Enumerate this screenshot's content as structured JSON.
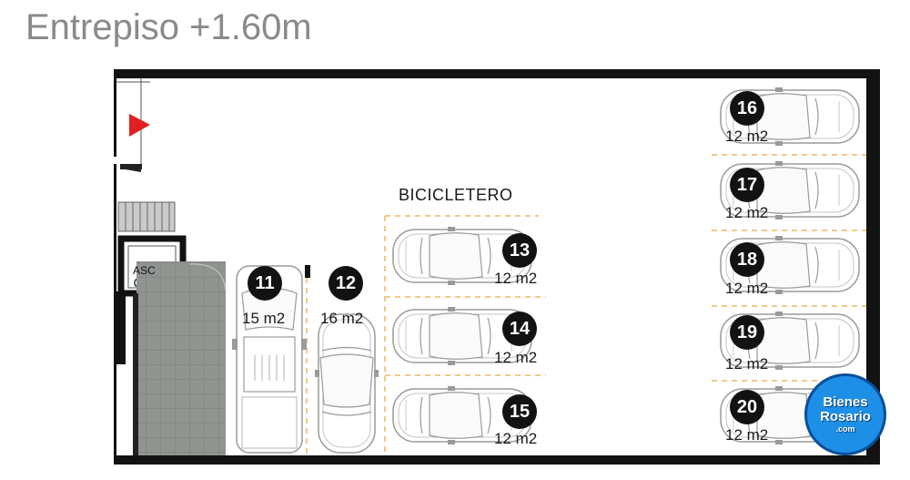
{
  "title": "Entrepiso +1.60m",
  "bicicletero_label": "BICICLETERO",
  "elevator_label": "ASC",
  "spaces": [
    {
      "number": "11",
      "area": "15 m2",
      "vehicle": "pickup-truck"
    },
    {
      "number": "12",
      "area": "16 m2",
      "vehicle": "car"
    },
    {
      "number": "13",
      "area": "12 m2",
      "vehicle": "car"
    },
    {
      "number": "14",
      "area": "12 m2",
      "vehicle": "car"
    },
    {
      "number": "15",
      "area": "12 m2",
      "vehicle": "car"
    },
    {
      "number": "16",
      "area": "12 m2",
      "vehicle": "car"
    },
    {
      "number": "17",
      "area": "12 m2",
      "vehicle": "car"
    },
    {
      "number": "18",
      "area": "12 m2",
      "vehicle": "car"
    },
    {
      "number": "19",
      "area": "12 m2",
      "vehicle": "car"
    },
    {
      "number": "20",
      "area": "12 m2",
      "vehicle": "car"
    }
  ],
  "logo": {
    "line1": "Bienes",
    "line2": "Rosario",
    "line3": ".com"
  },
  "colors": {
    "wall": "#121212",
    "dashed": "#f2c98a",
    "entry_arrow": "#e02020",
    "floor_hatch": "#8f9490",
    "logo_bg": "#1e8fe6"
  }
}
